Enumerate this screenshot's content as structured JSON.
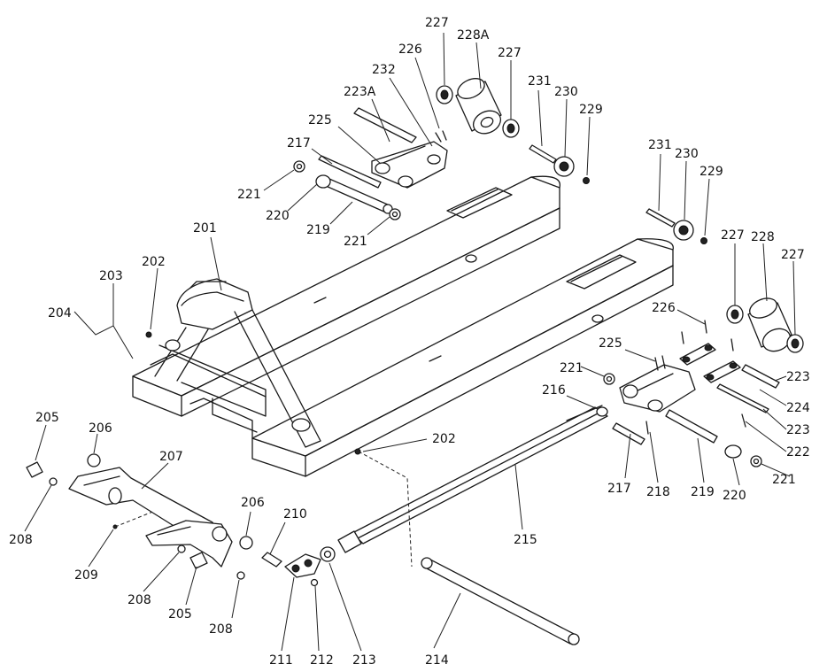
{
  "labels": {
    "l227a": "227",
    "l228a": "228A",
    "l227b": "227",
    "l226a": "226",
    "l232": "232",
    "l223a": "223A",
    "l225a": "225",
    "l217a": "217",
    "l221a": "221",
    "l220a": "220",
    "l219a": "219",
    "l221b": "221",
    "l231a": "231",
    "l230a": "230",
    "l229a": "229",
    "l231b": "231",
    "l230b": "230",
    "l229b": "229",
    "l227c": "227",
    "l228": "228",
    "l227d": "227",
    "l226b": "226",
    "l225b": "225",
    "l221c": "221",
    "l223b": "223",
    "l224": "224",
    "l223c": "223",
    "l222": "222",
    "l216": "216",
    "l217b": "217",
    "l218": "218",
    "l219b": "219",
    "l220b": "220",
    "l221d": "221",
    "l201": "201",
    "l202a": "202",
    "l203": "203",
    "l204": "204",
    "l202b": "202",
    "l205a": "205",
    "l206a": "206",
    "l207": "207",
    "l208a": "208",
    "l209": "209",
    "l208b": "208",
    "l205b": "205",
    "l206b": "206",
    "l208c": "208",
    "l210": "210",
    "l211": "211",
    "l212": "212",
    "l213": "213",
    "l214": "214",
    "l215": "215"
  }
}
